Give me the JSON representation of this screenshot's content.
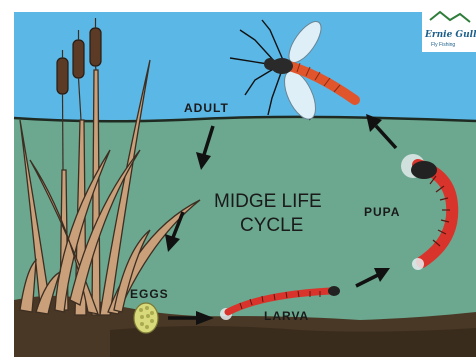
{
  "title": {
    "line1": "MIDGE LIFE",
    "line2": "CYCLE"
  },
  "stages": {
    "adult": "ADULT",
    "pupa": "PUPA",
    "larva": "LARVA",
    "eggs": "EGGS"
  },
  "logo": {
    "name": "Ernie Gulley",
    "subtitle": "Fly Fishing"
  },
  "colors": {
    "sky": "#5bb7e6",
    "water": "#6ba88f",
    "soil": "#4a3826",
    "reed": "#c9a07a",
    "larva": "#d9342b",
    "mosquito_body": "#e0552b"
  },
  "icons": [
    "cattail-reeds",
    "adult-midge",
    "pupa",
    "larva",
    "egg-mass",
    "cycle-arrows",
    "logo"
  ]
}
